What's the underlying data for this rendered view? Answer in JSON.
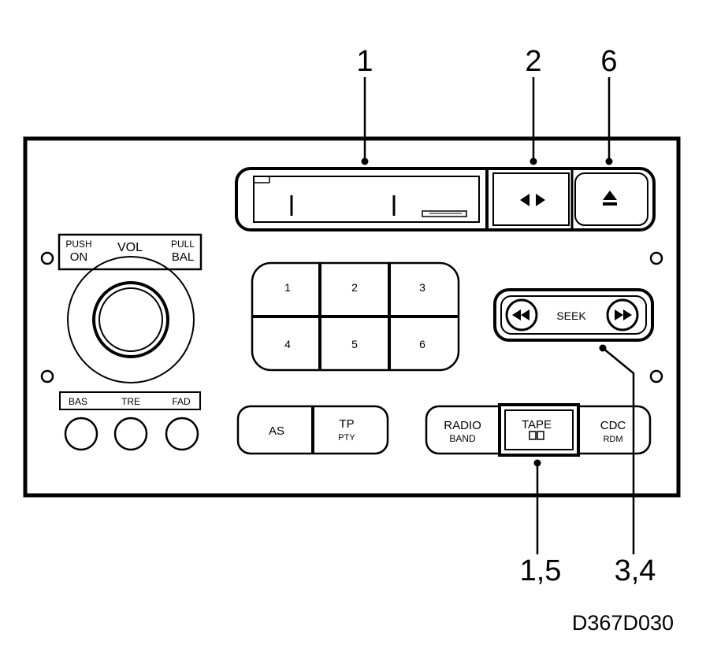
{
  "callouts": {
    "c1": "1",
    "c2": "2",
    "c6": "6",
    "c15": "1,5",
    "c34": "3,4"
  },
  "figure_code": "D367D030",
  "volume": {
    "push": "PUSH",
    "on": "ON",
    "vol": "VOL",
    "pull": "PULL",
    "bal": "BAL"
  },
  "tone": {
    "bas": "BAS",
    "tre": "TRE",
    "fad": "FAD"
  },
  "presets": [
    "1",
    "2",
    "3",
    "4",
    "5",
    "6"
  ],
  "buttons": {
    "as": "AS",
    "tp": "TP",
    "pty": "PTY",
    "radio": "RADIO",
    "band": "BAND",
    "tape": "TAPE",
    "cdc": "CDC",
    "rdm": "RDM",
    "seek": "SEEK"
  },
  "icons": {
    "direction": "direction-arrows-icon",
    "eject": "eject-icon",
    "seek_back": "rewind-icon",
    "seek_fwd": "fast-forward-icon",
    "dolby": "dolby-icon"
  }
}
